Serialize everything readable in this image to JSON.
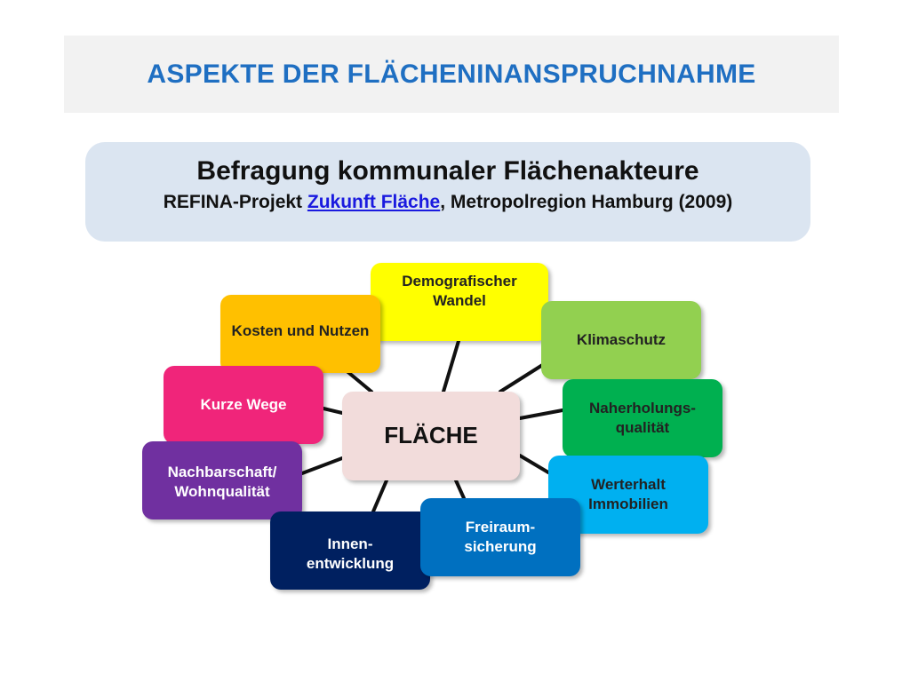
{
  "header": {
    "title": "ASPEKTE  DER FLÄCHENINANSPRUCHNAHME"
  },
  "subtitle": {
    "line1": "Befragung kommunaler Flächenakteure",
    "line2_prefix": "REFINA-Projekt ",
    "line2_link": "Zukunft Fläche",
    "line2_suffix": ", Metropolregion Hamburg (2009)"
  },
  "diagram": {
    "center": "FLÄCHE",
    "nodes": {
      "demografie": "Demografischer Wandel",
      "kosten": "Kosten und Nutzen",
      "klima": "Klimaschutz",
      "kurze_wege": "Kurze Wege",
      "naherholung": "Naherholungs-\nqualität",
      "nachbarschaft": "Nachbarschaft/\nWohnqualität",
      "werterhalt": "Werterhalt\nImmobilien",
      "innen": "Innen-\nentwicklung",
      "freiraum": "Freiraum-\nsicherung"
    },
    "colors": {
      "center": "#f2dcdb",
      "demografie": "#ffff00",
      "kosten": "#ffc000",
      "klima": "#92d050",
      "kurze_wege": "#f0257a",
      "naherholung": "#00b050",
      "nachbarschaft": "#7030a0",
      "werterhalt": "#00b0f0",
      "innen": "#002060",
      "freiraum": "#0070c0"
    }
  }
}
